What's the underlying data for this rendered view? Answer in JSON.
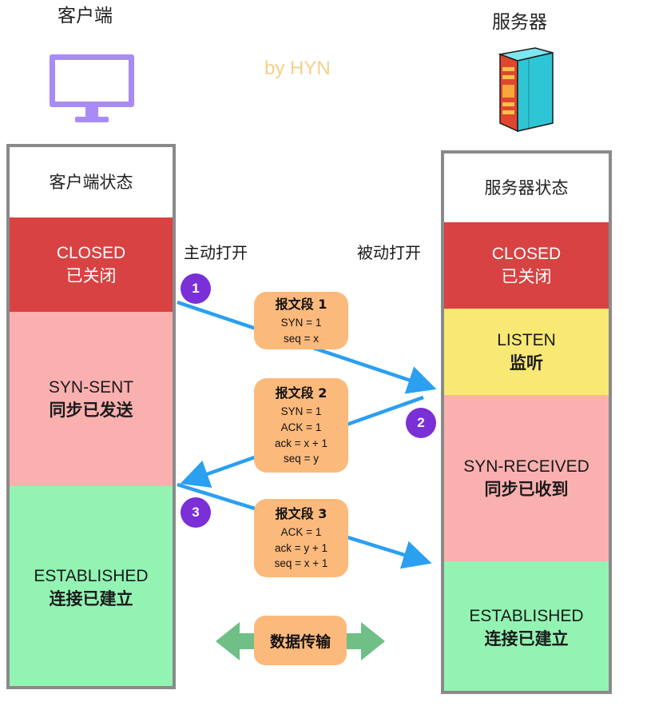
{
  "header": {
    "client_title": "客户端",
    "server_title": "服务器",
    "watermark": "by HYN"
  },
  "client": {
    "header": "客户端状态",
    "states": [
      {
        "en": "CLOSED",
        "zh": "已关闭",
        "color": "#d94242"
      },
      {
        "en": "SYN-SENT",
        "zh": "同步已发送",
        "color": "#fbb0b0"
      },
      {
        "en": "ESTABLISHED",
        "zh": "连接已建立",
        "color": "#93f3b3"
      }
    ]
  },
  "server": {
    "header": "服务器状态",
    "states": [
      {
        "en": "CLOSED",
        "zh": "已关闭",
        "color": "#d94242"
      },
      {
        "en": "LISTEN",
        "zh": "监听",
        "color": "#f8e874"
      },
      {
        "en": "SYN-RECEIVED",
        "zh": "同步已收到",
        "color": "#fbb0b0"
      },
      {
        "en": "ESTABLISHED",
        "zh": "连接已建立",
        "color": "#93f3b3"
      }
    ]
  },
  "notes": {
    "active_open": "主动打开",
    "passive_open": "被动打开"
  },
  "packets": [
    {
      "title": "报文段 1",
      "lines": [
        "SYN = 1",
        "seq = x"
      ]
    },
    {
      "title": "报文段 2",
      "lines": [
        "SYN = 1",
        "ACK = 1",
        "ack = x + 1",
        "seq = y"
      ]
    },
    {
      "title": "报文段 3",
      "lines": [
        "ACK = 1",
        "ack = y + 1",
        "seq = x + 1"
      ]
    }
  ],
  "steps": [
    "1",
    "2",
    "3"
  ],
  "transfer_label": "数据传输",
  "colors": {
    "arrow": "#2b9ff0",
    "badge": "#7b2fd6",
    "packet": "#fbb97b",
    "transfer_arrow": "#6fbf87",
    "monitor": "#a98bf5"
  },
  "icons": {
    "client": "monitor-icon",
    "server": "server-rack-icon"
  }
}
